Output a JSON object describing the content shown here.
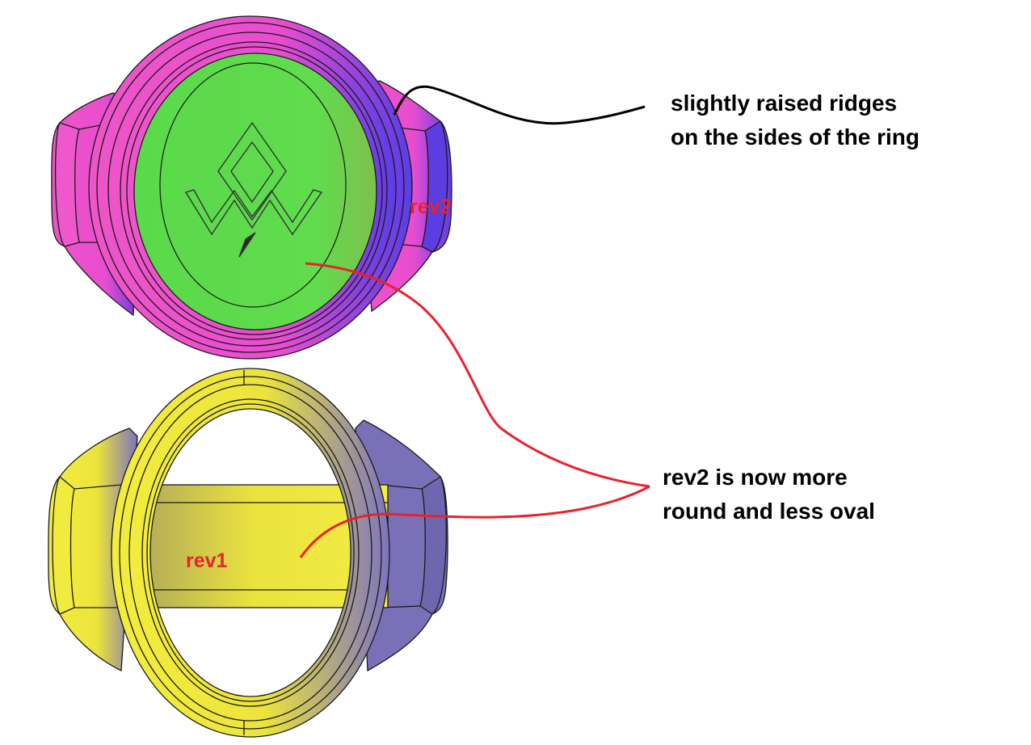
{
  "annotations": {
    "ridges_line1": "slightly raised ridges",
    "ridges_line2": "on the sides of the ring",
    "shape_line1": "rev2 is now more",
    "shape_line2": "round and less oval"
  },
  "labels": {
    "rev2": "rev2",
    "rev1": "rev1"
  },
  "colors": {
    "rev2_band": "#e84dc9",
    "rev2_band_shade": "#6a3ee0",
    "rev2_face": "#5fd94c",
    "rev1_band": "#efe93e",
    "rev1_band_shade": "#7b6fb8",
    "label_red": "#e8232b",
    "outline": "#1a1a1a"
  }
}
